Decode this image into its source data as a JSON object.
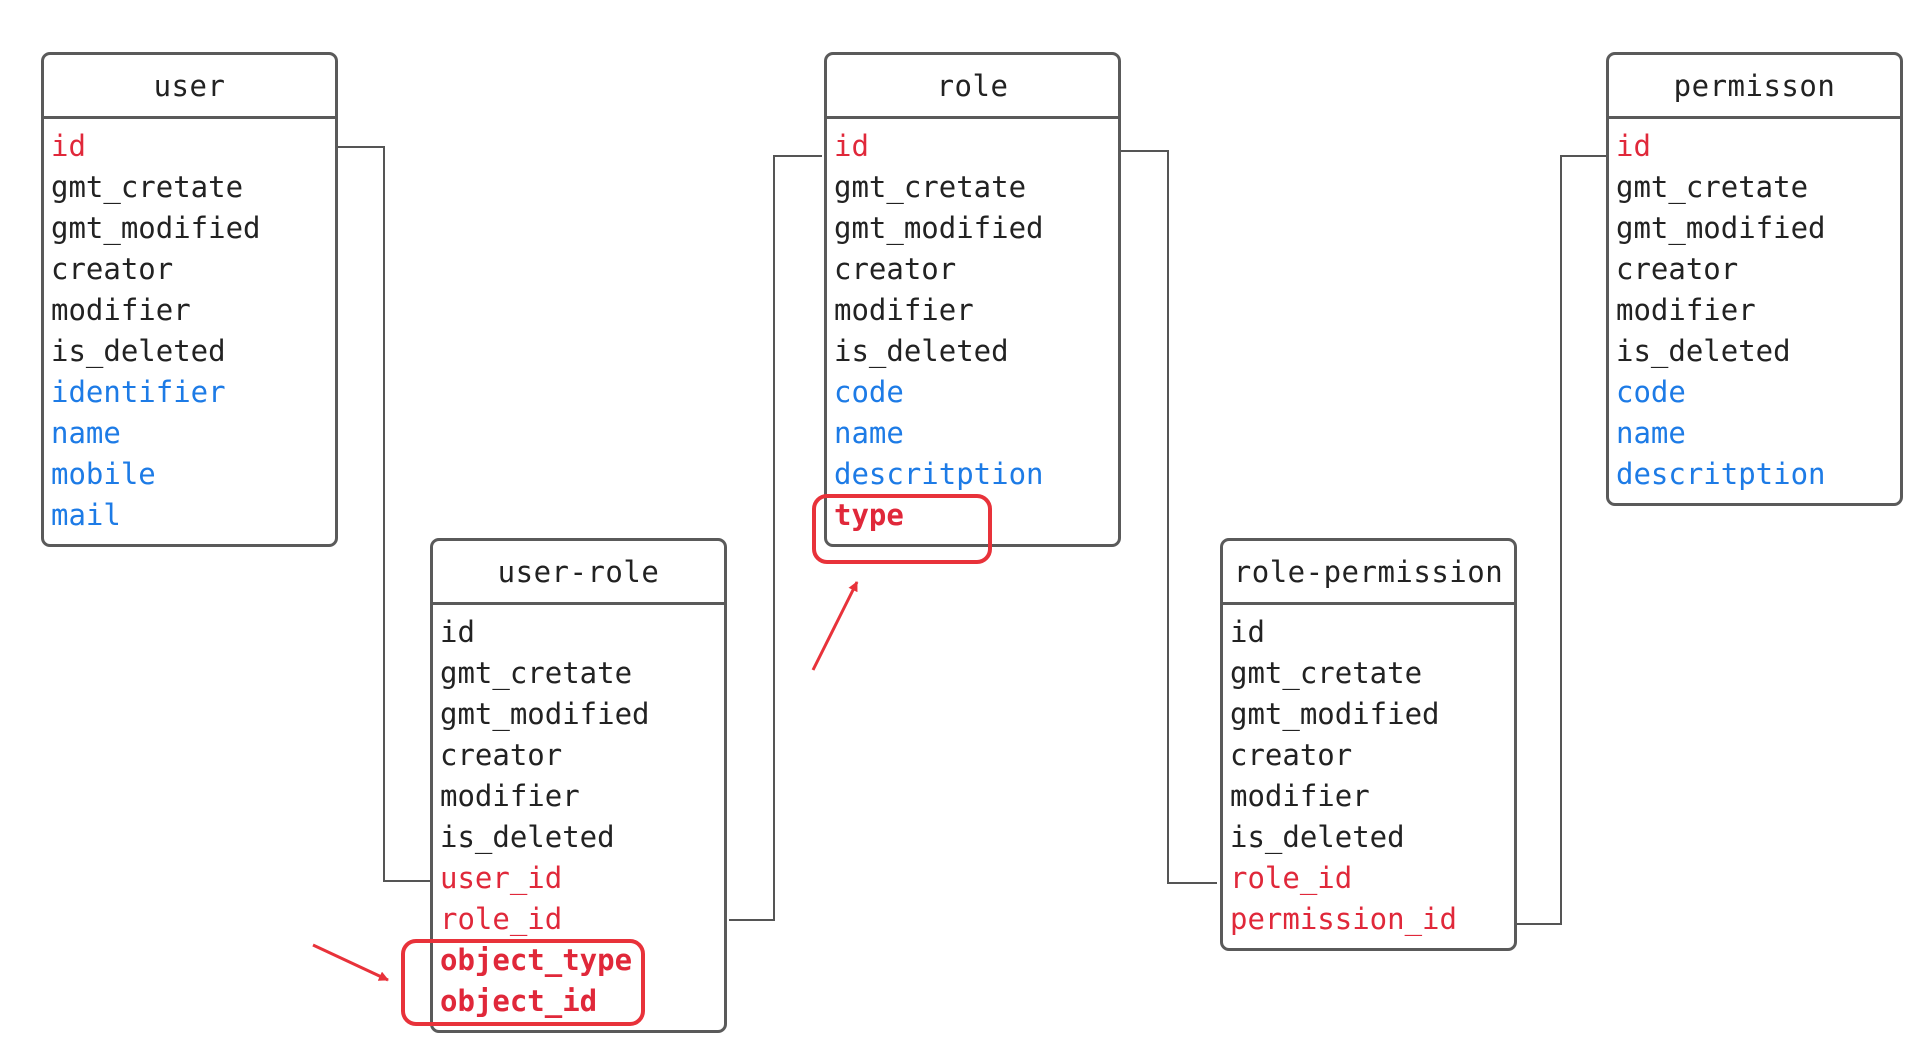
{
  "diagram": {
    "colors": {
      "border": "#5a5a5a",
      "text": "#222222",
      "key": "#e0283a",
      "attribute": "#1d7be6",
      "highlight": "#e8323a"
    },
    "entities": [
      {
        "id": "user",
        "name": "user",
        "fields": [
          {
            "name": "id",
            "kind": "pk"
          },
          {
            "name": "gmt_cretate",
            "kind": "common"
          },
          {
            "name": "gmt_modified",
            "kind": "common"
          },
          {
            "name": "creator",
            "kind": "common"
          },
          {
            "name": "modifier",
            "kind": "common"
          },
          {
            "name": "is_deleted",
            "kind": "common"
          },
          {
            "name": "identifier",
            "kind": "attr"
          },
          {
            "name": "name",
            "kind": "attr"
          },
          {
            "name": "mobile",
            "kind": "attr"
          },
          {
            "name": "mail",
            "kind": "attr"
          }
        ]
      },
      {
        "id": "user-role",
        "name": "user-role",
        "fields": [
          {
            "name": "id",
            "kind": "common"
          },
          {
            "name": "gmt_cretate",
            "kind": "common"
          },
          {
            "name": "gmt_modified",
            "kind": "common"
          },
          {
            "name": "creator",
            "kind": "common"
          },
          {
            "name": "modifier",
            "kind": "common"
          },
          {
            "name": "is_deleted",
            "kind": "common"
          },
          {
            "name": "user_id",
            "kind": "fk"
          },
          {
            "name": "role_id",
            "kind": "fk"
          },
          {
            "name": "object_type",
            "kind": "new"
          },
          {
            "name": "object_id",
            "kind": "new"
          }
        ]
      },
      {
        "id": "role",
        "name": "role",
        "fields": [
          {
            "name": "id",
            "kind": "pk"
          },
          {
            "name": "gmt_cretate",
            "kind": "common"
          },
          {
            "name": "gmt_modified",
            "kind": "common"
          },
          {
            "name": "creator",
            "kind": "common"
          },
          {
            "name": "modifier",
            "kind": "common"
          },
          {
            "name": "is_deleted",
            "kind": "common"
          },
          {
            "name": "code",
            "kind": "attr"
          },
          {
            "name": "name",
            "kind": "attr"
          },
          {
            "name": "descritption",
            "kind": "attr"
          },
          {
            "name": "type",
            "kind": "new"
          }
        ]
      },
      {
        "id": "role-permission",
        "name": "role-permission",
        "fields": [
          {
            "name": "id",
            "kind": "common"
          },
          {
            "name": "gmt_cretate",
            "kind": "common"
          },
          {
            "name": "gmt_modified",
            "kind": "common"
          },
          {
            "name": "creator",
            "kind": "common"
          },
          {
            "name": "modifier",
            "kind": "common"
          },
          {
            "name": "is_deleted",
            "kind": "common"
          },
          {
            "name": "role_id",
            "kind": "fk"
          },
          {
            "name": "permission_id",
            "kind": "fk"
          }
        ]
      },
      {
        "id": "permisson",
        "name": "permisson",
        "fields": [
          {
            "name": "id",
            "kind": "pk"
          },
          {
            "name": "gmt_cretate",
            "kind": "common"
          },
          {
            "name": "gmt_modified",
            "kind": "common"
          },
          {
            "name": "creator",
            "kind": "common"
          },
          {
            "name": "modifier",
            "kind": "common"
          },
          {
            "name": "is_deleted",
            "kind": "common"
          },
          {
            "name": "code",
            "kind": "attr"
          },
          {
            "name": "name",
            "kind": "attr"
          },
          {
            "name": "descritption",
            "kind": "attr"
          }
        ]
      }
    ],
    "relations": [
      {
        "from": "user.id",
        "to": "user-role.user_id"
      },
      {
        "from": "user-role.role_id",
        "to": "role.id"
      },
      {
        "from": "role.id",
        "to": "role-permission.role_id"
      },
      {
        "from": "role-permission.permission_id",
        "to": "permisson.id"
      }
    ],
    "highlights": [
      {
        "entity": "user-role",
        "fields": [
          "object_type",
          "object_id"
        ]
      },
      {
        "entity": "role",
        "fields": [
          "type"
        ]
      }
    ]
  }
}
